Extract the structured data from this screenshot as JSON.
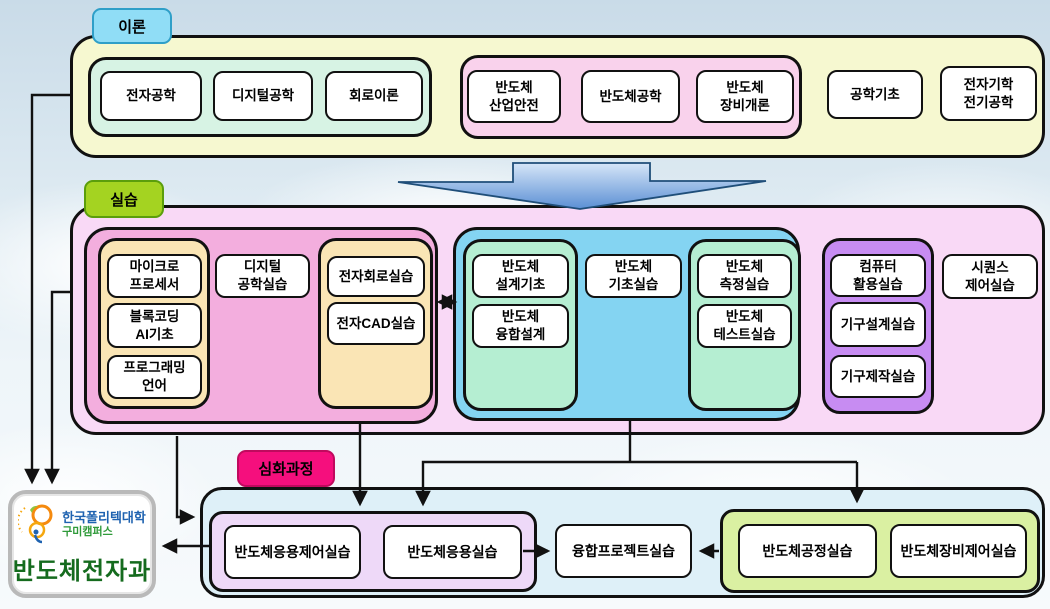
{
  "section_labels": {
    "theory": "이론",
    "practice": "실습",
    "advanced": "심화과정"
  },
  "theory": {
    "basic_group": [
      "전자공학",
      "디지털공학",
      "회로이론"
    ],
    "semiconductor_group": [
      "반도체\n산업안전",
      "반도체공학",
      "반도체\n장비개론"
    ],
    "standalone": [
      "공학기초",
      "전자기학\n전기공학"
    ]
  },
  "practice": {
    "programming_group": [
      "마이크로\n프로세서",
      "블록코딩\nAI기초",
      "프로그래밍\n언어"
    ],
    "digital_lab": "디지털\n공학실습",
    "circuit_group": [
      "전자회로실습",
      "전자CAD실습"
    ],
    "design_group": [
      "반도체\n설계기초",
      "반도체\n융합설계"
    ],
    "basic_lab": "반도체\n기초실습",
    "measurement_group": [
      "반도체\n측정실습",
      "반도체\n테스트실습"
    ],
    "mechanical_group": [
      "컴퓨터\n활용실습",
      "기구설계실습",
      "기구제작실습"
    ],
    "sequence_lab": "시퀀스\n제어실습"
  },
  "advanced": {
    "application_group": [
      "반도체응용제어실습",
      "반도체응용실습"
    ],
    "project_lab": "융합프로젝트실습",
    "process_group": [
      "반도체공정실습",
      "반도체장비제어실습"
    ]
  },
  "logo": {
    "university": "한국폴리텍대학",
    "campus": "구미캠퍼스",
    "department": "반도체전자과"
  },
  "colors": {
    "theory_container": "#f6f8d0",
    "basic_group": "#d7f3e4",
    "semiconductor_group": "#f9d2ec",
    "practice_container": "#f9d9f6",
    "practice_pink_group": "#f3aede",
    "orange_group": "#fae5b5",
    "blue_group": "#84d4f2",
    "teal_group": "#b5eed2",
    "purple_group": "#c78cf2",
    "advanced_container": "#def0f8",
    "advanced_purple_group": "#eed9f8",
    "green_group": "#daf0a2",
    "theory_tag": "#90ddf6",
    "practice_tag": "#a4d321",
    "advanced_tag": "#f50f7d",
    "flow_arrow": "#6b9bd8"
  }
}
